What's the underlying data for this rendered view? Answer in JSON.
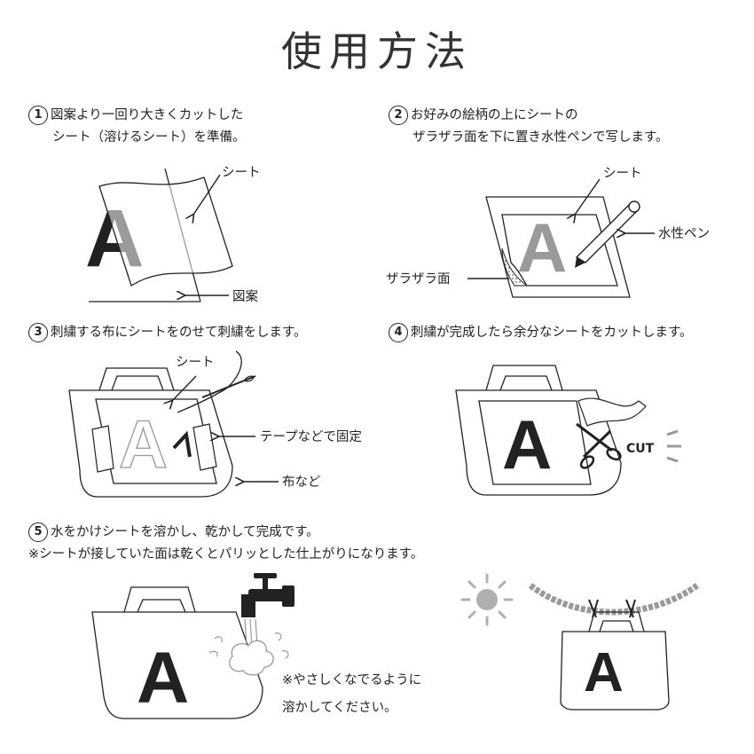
{
  "title": "使用方法",
  "steps": [
    {
      "num": "1",
      "line1": "図案より一回り大きくカットした",
      "line2": "シート（溶けるシート）を準備。"
    },
    {
      "num": "2",
      "line1": "お好みの絵柄の上にシートの",
      "line2": "ザラザラ面を下に置き水性ペンで写します。"
    },
    {
      "num": "3",
      "line1": "刺繍する布にシートをのせて刺繍をします。"
    },
    {
      "num": "4",
      "line1": "刺繍が完成したら余分なシートをカットします。"
    },
    {
      "num": "5",
      "line1": "水をかけシートを溶かし、乾かして完成です。",
      "line2": "※シートが接していた面は乾くとパリッとした仕上がりになります。"
    }
  ],
  "labels": {
    "sheet": "シート",
    "design": "図案",
    "rough_side": "ザラザラ面",
    "water_pen": "水性ペン",
    "tape": "テープなどで固定",
    "cloth": "布など",
    "cut": "CUT",
    "letter": "A"
  },
  "note": {
    "line1": "※やさしくなでるように",
    "line2": "溶かしてください。"
  },
  "colors": {
    "ink": "#222222",
    "gray": "#9a9a9a",
    "light_gray": "#c8c8c8",
    "sun": "#b0b0b0"
  }
}
